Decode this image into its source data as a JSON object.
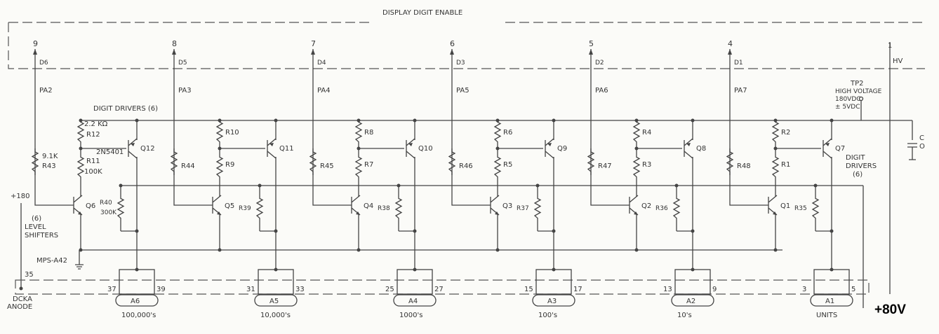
{
  "title": "DISPLAY DIGIT ENABLE",
  "digit_drivers_label": "DIGIT DRIVERS (6)",
  "hv": {
    "pin": "1",
    "label": "HV",
    "tp": "TP2",
    "tp_desc": "HIGH VOLTAGE",
    "tp_value": "180VDC",
    "tp_tol": "± 5VDC",
    "cap": "C",
    "cap2": "O"
  },
  "right_driver_note": [
    "DIGIT",
    "DRIVERS",
    "(6)"
  ],
  "stage1_notes": {
    "r_top_value": "2.2 KΩ",
    "r_left_value": "9.1K",
    "r_mid_value": "100K",
    "r_pull_value": "300K",
    "driver_part": "2N5401",
    "shifter_part": "MPS-A42",
    "shifter_note": [
      "(6)",
      "LEVEL",
      "SHIFTERS"
    ]
  },
  "supply": {
    "label": "+180",
    "pin": "35",
    "name": [
      "DCKA",
      "ANODE"
    ]
  },
  "output_voltage": "+80V",
  "stages": [
    {
      "pin": "9",
      "d": "D6",
      "pa": "PA2",
      "r_left": "R43",
      "r_top": "R12",
      "r_mid": "R11",
      "r_pull": "R40",
      "q_shift": "Q6",
      "q_drive": "Q12",
      "anode": "A6",
      "pin_l": "37",
      "pin_r": "39",
      "place": "100,000's"
    },
    {
      "pin": "8",
      "d": "D5",
      "pa": "PA3",
      "r_left": "R44",
      "r_top": "R10",
      "r_mid": "R9",
      "r_pull": "R39",
      "q_shift": "Q5",
      "q_drive": "Q11",
      "anode": "A5",
      "pin_l": "31",
      "pin_r": "33",
      "place": "10,000's"
    },
    {
      "pin": "7",
      "d": "D4",
      "pa": "PA4",
      "r_left": "R45",
      "r_top": "R8",
      "r_mid": "R7",
      "r_pull": "R38",
      "q_shift": "Q4",
      "q_drive": "Q10",
      "anode": "A4",
      "pin_l": "25",
      "pin_r": "27",
      "place": "1000's"
    },
    {
      "pin": "6",
      "d": "D3",
      "pa": "PA5",
      "r_left": "R46",
      "r_top": "R6",
      "r_mid": "R5",
      "r_pull": "R37",
      "q_shift": "Q3",
      "q_drive": "Q9",
      "anode": "A3",
      "pin_l": "15",
      "pin_r": "17",
      "place": "100's"
    },
    {
      "pin": "5",
      "d": "D2",
      "pa": "PA6",
      "r_left": "R47",
      "r_top": "R4",
      "r_mid": "R3",
      "r_pull": "R36",
      "q_shift": "Q2",
      "q_drive": "Q8",
      "anode": "A2",
      "pin_l": "13",
      "pin_r": "9",
      "place": "10's"
    },
    {
      "pin": "4",
      "d": "D1",
      "pa": "PA7",
      "r_left": "R48",
      "r_top": "R2",
      "r_mid": "R1",
      "r_pull": "R35",
      "q_shift": "Q1",
      "q_drive": "Q7",
      "anode": "A1",
      "pin_l": "3",
      "pin_r": "5",
      "place": "UNITS"
    }
  ]
}
